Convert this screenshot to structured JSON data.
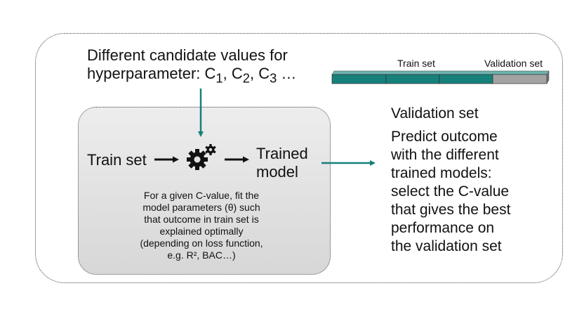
{
  "candidate": {
    "line1": "Different candidate values for",
    "line2_prefix": "hyperparameter: ",
    "c_letter": "C",
    "subs": [
      "1",
      "2",
      "3"
    ],
    "sep": ", ",
    "ellipsis": " …"
  },
  "split_bar": {
    "train_label": "Train set",
    "validation_label": "Validation set",
    "train_segments": 3,
    "colors": {
      "train": "#16807a",
      "validation": "#a3a3a3"
    }
  },
  "inner": {
    "train_set": "Train set",
    "trained_line1": "Trained",
    "trained_line2": "model",
    "gear_icon": "gears-icon",
    "description": [
      "For a given C-value, fit the",
      "model parameters (θ) such",
      "that outcome in train set is",
      "explained optimally",
      "(depending on loss function,",
      "e.g. R², BAC…)"
    ]
  },
  "validation": {
    "title": "Validation set",
    "lines": [
      "Predict outcome",
      "with the different",
      "trained models:",
      "select the C-value",
      "that gives the best",
      "performance on",
      "the validation set"
    ]
  },
  "colors": {
    "accent": "#16807a",
    "arrow_black": "#111111"
  }
}
